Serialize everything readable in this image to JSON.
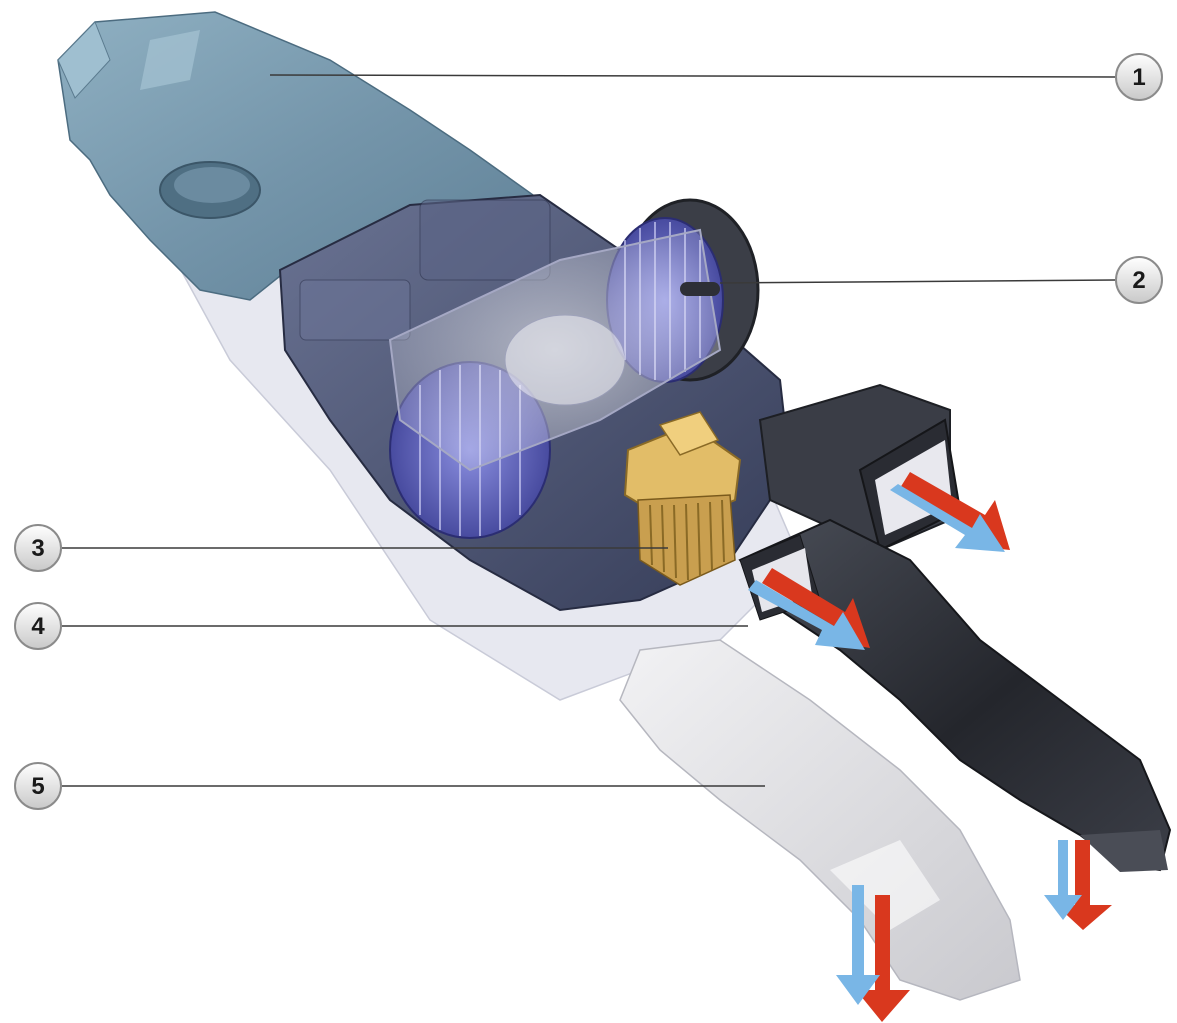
{
  "callouts": [
    {
      "number": "1"
    },
    {
      "number": "2"
    },
    {
      "number": "3"
    },
    {
      "number": "4"
    },
    {
      "number": "5"
    }
  ],
  "colors": {
    "duct_blue": "#7f9fb2",
    "housing_dark": "#4f5a78",
    "fan_blue": "#4b4fa8",
    "resistor_gold": "#d7b25f",
    "duct_dark": "#30333a",
    "duct_light": "#dcdcdf",
    "arrow_red": "#d9381e",
    "arrow_blue": "#79b6e6",
    "callout_bg": "#e6e6e6",
    "leader_line": "#3a3a3a"
  }
}
